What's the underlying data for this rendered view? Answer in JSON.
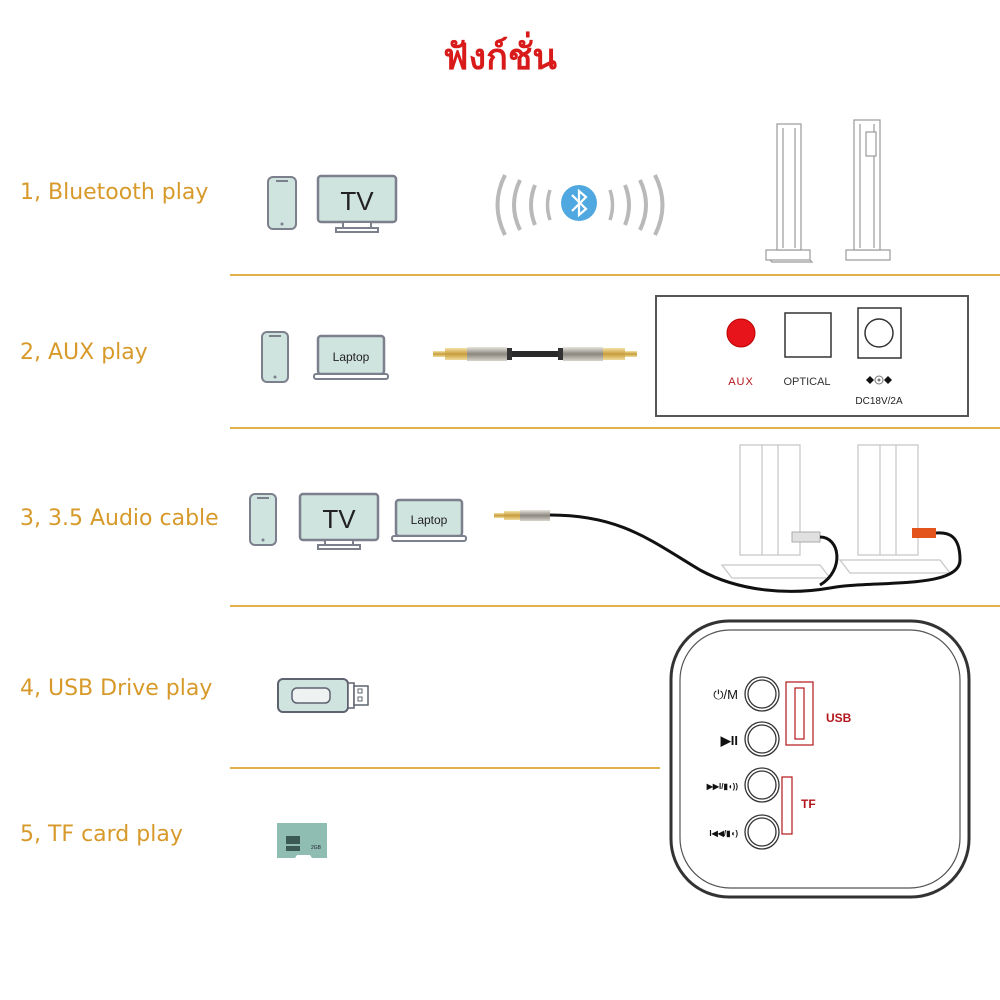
{
  "title": "ฟังก์ชั่น",
  "rows": [
    {
      "label": "1, Bluetooth play",
      "devices": [
        "phone",
        "TV"
      ]
    },
    {
      "label": "2, AUX play",
      "devices": [
        "phone",
        "Laptop"
      ]
    },
    {
      "label": "3, 3.5 Audio cable",
      "devices": [
        "phone",
        "TV",
        "Laptop"
      ]
    },
    {
      "label": "4, USB Drive play",
      "devices": [
        "usb-drive"
      ]
    },
    {
      "label": "5, TF card play",
      "devices": [
        "tf-card"
      ]
    }
  ],
  "device_text": {
    "tv": "TV",
    "laptop": "Laptop"
  },
  "rear_panel": {
    "aux": "AUX",
    "optical": "OPTICAL",
    "dc": "DC18V/2A"
  },
  "control_panel": {
    "buttons": [
      "⏻/M",
      "▶II",
      "▶▶I/▮◖))",
      "I◀◀/▮◖)"
    ],
    "usb_label": "USB",
    "tf_label": "TF"
  },
  "tf_card_text": {
    "capacity": "2GB"
  },
  "colors": {
    "label": "#d79a2a",
    "title": "#d91a1a",
    "divider": "#e2b04c",
    "bluetooth": "#4fa9e0",
    "aux_jack": "#e8141b",
    "port_label": "#b3161c",
    "device_fill": "#cfe3df",
    "device_stroke": "#7c7f8c"
  }
}
